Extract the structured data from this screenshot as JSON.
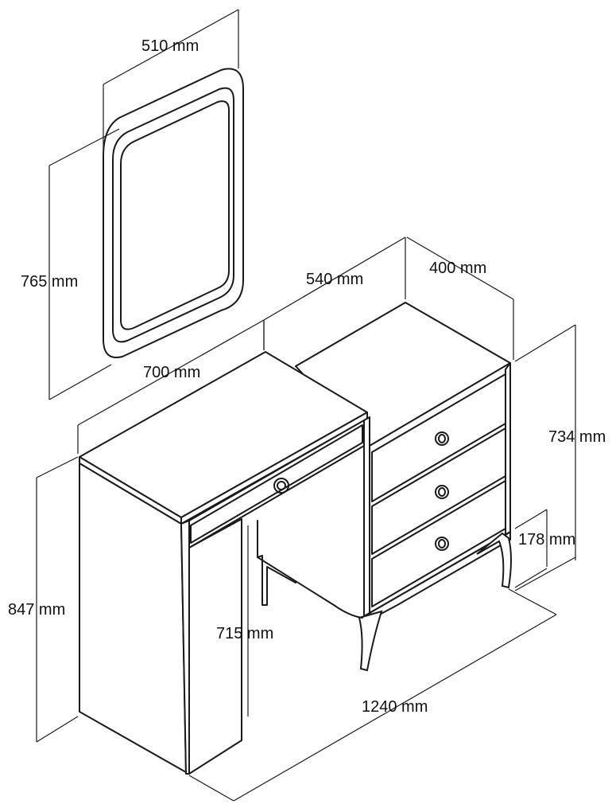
{
  "dimensions": {
    "mirror_width": "510 mm",
    "mirror_height": "765 mm",
    "chest_depth_top": "540 mm",
    "chest_depth": "400 mm",
    "desk_width": "700 mm",
    "chest_height": "734 mm",
    "desk_height": "847 mm",
    "leg_height": "178 mm",
    "knee_height": "715 mm",
    "total_width": "1240 mm"
  },
  "colors": {
    "line": "#1a1a1a",
    "background": "#ffffff"
  }
}
